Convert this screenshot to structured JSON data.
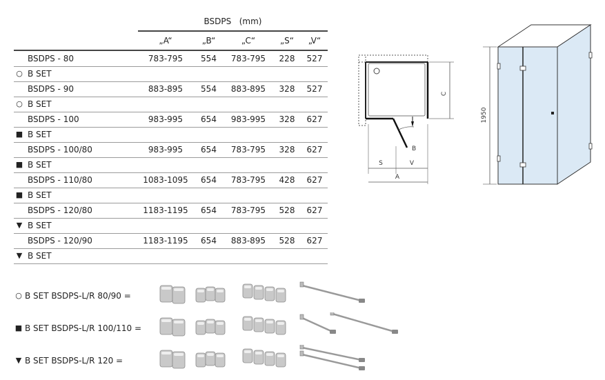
{
  "table": {
    "group_title": "BSDPS",
    "group_unit": "(mm)",
    "columns": [
      "„A“",
      "„B“",
      "„C“",
      "„S“",
      "„V“"
    ],
    "rows": [
      {
        "name": "BSDPS - 80",
        "values": [
          "783-795",
          "554",
          "783-795",
          "228",
          "527"
        ],
        "set_marker": "○",
        "set_label": "B SET"
      },
      {
        "name": "BSDPS - 90",
        "values": [
          "883-895",
          "554",
          "883-895",
          "328",
          "527"
        ],
        "set_marker": "○",
        "set_label": "B SET"
      },
      {
        "name": "BSDPS - 100",
        "values": [
          "983-995",
          "654",
          "983-995",
          "328",
          "627"
        ],
        "set_marker": "■",
        "set_label": "B SET"
      },
      {
        "name": "BSDPS - 100/80",
        "values": [
          "983-995",
          "654",
          "783-795",
          "328",
          "627"
        ],
        "set_marker": "■",
        "set_label": "B SET"
      },
      {
        "name": "BSDPS - 110/80",
        "values": [
          "1083-1095",
          "654",
          "783-795",
          "428",
          "627"
        ],
        "set_marker": "■",
        "set_label": "B SET"
      },
      {
        "name": "BSDPS - 120/80",
        "values": [
          "1183-1195",
          "654",
          "783-795",
          "528",
          "627"
        ],
        "set_marker": "▼",
        "set_label": "B SET"
      },
      {
        "name": "BSDPS - 120/90",
        "values": [
          "1183-1195",
          "654",
          "883-895",
          "528",
          "627"
        ],
        "set_marker": "▼",
        "set_label": "B SET"
      }
    ]
  },
  "plan_diagram": {
    "labels": {
      "c": "C",
      "b": "B",
      "s": "S",
      "v": "V",
      "a": "A"
    }
  },
  "elevation_diagram": {
    "height_label": "1950"
  },
  "kits": [
    {
      "marker": "○",
      "label": "B SET BSDPS-L/R 80/90 ="
    },
    {
      "marker": "■",
      "label": "B SET BSDPS-L/R 100/110 ="
    },
    {
      "marker": "▼",
      "label": "B SET BSDPS-L/R 120 ="
    }
  ],
  "colors": {
    "glass": "#dbe9f5",
    "frame": "#333333",
    "rule": "#9a9a9a",
    "hardware": "#c9c9c9"
  }
}
